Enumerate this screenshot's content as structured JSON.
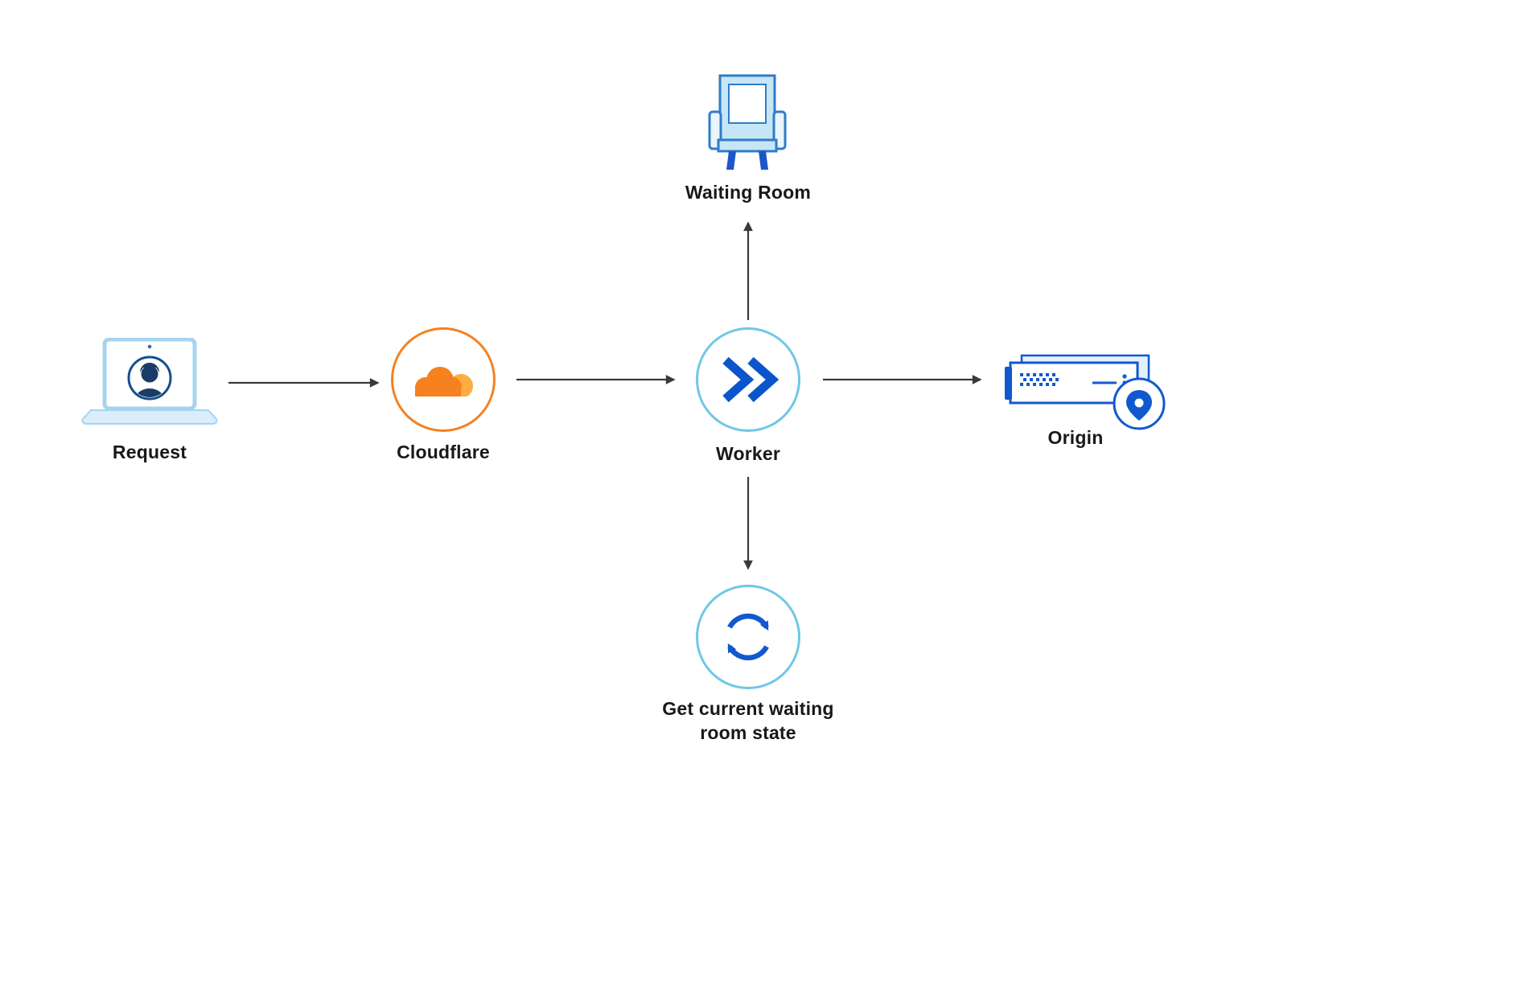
{
  "diagram": {
    "type": "flow-diagram",
    "nodes": {
      "request": {
        "label": "Request",
        "icon": "laptop-user-icon"
      },
      "cloudflare": {
        "label": "Cloudflare",
        "icon": "cloudflare-cloud-icon"
      },
      "worker": {
        "label": "Worker",
        "icon": "worker-chevrons-icon"
      },
      "waiting_room": {
        "label": "Waiting Room",
        "icon": "armchair-icon"
      },
      "waiting_room_state": {
        "label_line1": "Get current waiting",
        "label_line2": "room state",
        "icon": "sync-arrows-icon"
      },
      "origin": {
        "label": "Origin",
        "icon": "server-location-pin-icon"
      }
    },
    "edges": [
      {
        "from": "request",
        "to": "cloudflare"
      },
      {
        "from": "cloudflare",
        "to": "worker"
      },
      {
        "from": "worker",
        "to": "waiting_room"
      },
      {
        "from": "worker",
        "to": "waiting_room_state"
      },
      {
        "from": "worker",
        "to": "origin"
      }
    ],
    "colors": {
      "cloudflare_orange": "#F6821F",
      "cloudflare_orange_light": "#FBAD41",
      "ring_light_blue": "#70C7E5",
      "brand_blue": "#1159CE",
      "worker_glyph_blue": "#0B55CC",
      "icon_light_blue_fill": "#C6E6F8",
      "icon_stroke_blue": "#2F7CC6",
      "laptop_light_blue": "#A6D4EF",
      "avatar_navy": "#1A3C66",
      "arrow_gray": "#3A3A3A",
      "label_text": "#17181A",
      "background": "#FFFFFF"
    }
  }
}
